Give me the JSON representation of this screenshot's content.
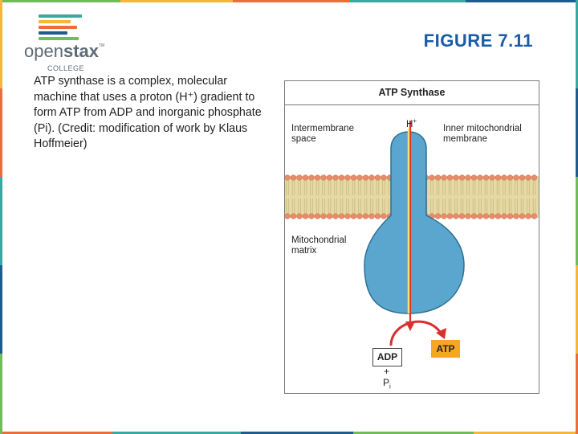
{
  "logo": {
    "word_light": "open",
    "word_bold": "stax",
    "tm": "TM",
    "sub": "COLLEGE",
    "bar_colors": [
      "#38a9a0",
      "#f4b73b",
      "#e96e3b",
      "#1f5c8c",
      "#71bb5a"
    ]
  },
  "figure_label": "FIGURE 7.11",
  "caption": "ATP synthase is a complex, molecular machine that uses a proton (H⁺) gradient to form ATP from ADP and inorganic phosphate (Pi). (Credit: modification of work by Klaus Hoffmeier)",
  "diagram": {
    "header": "ATP Synthase",
    "proton": "H",
    "proton_charge": "+",
    "intermembrane": "Intermembrane space",
    "inner_membrane": "Inner mitochondrial membrane",
    "matrix": "Mitochondrial matrix",
    "adp": "ADP",
    "plus": "+",
    "pi": "P",
    "pi_sub": "i",
    "atp": "ATP",
    "colors": {
      "protein": "#5aa6cf",
      "protein_outline": "#2f6f92",
      "lipid_head": "#e98a6a",
      "lipid_tail": "#e6d9a6",
      "arrow": "#d9302c",
      "atp_box": "#f6a623"
    }
  },
  "border_colors": [
    "#71bb5a",
    "#f4b73b",
    "#e96e3b",
    "#38a9a0",
    "#1f5c8c"
  ]
}
